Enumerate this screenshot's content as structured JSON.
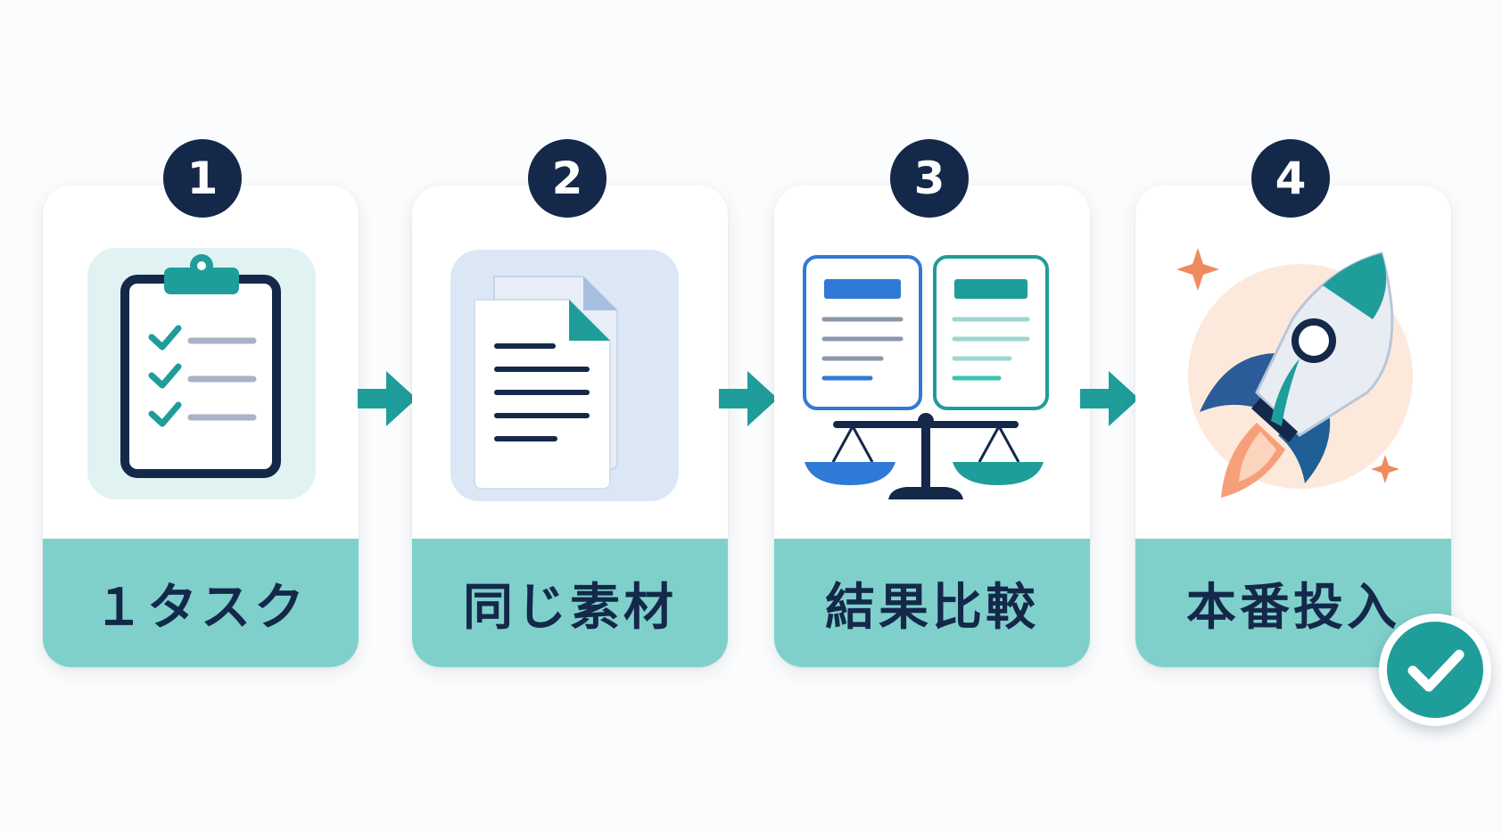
{
  "steps": [
    {
      "number": "1",
      "label": "１タスク",
      "icon": "clipboard-checklist-icon"
    },
    {
      "number": "2",
      "label": "同じ素材",
      "icon": "documents-icon"
    },
    {
      "number": "3",
      "label": "結果比較",
      "icon": "comparison-scale-icon"
    },
    {
      "number": "4",
      "label": "本番投入",
      "icon": "rocket-icon"
    }
  ],
  "completion_badge": {
    "icon": "checkmark-icon"
  },
  "colors": {
    "navy": "#14284a",
    "teal": "#1f9d9a",
    "teal_light": "#7fd0cb",
    "blue": "#2f7ad6",
    "orange": "#ef8a5c",
    "card": "#ffffff",
    "background": "#fbfcfd"
  }
}
